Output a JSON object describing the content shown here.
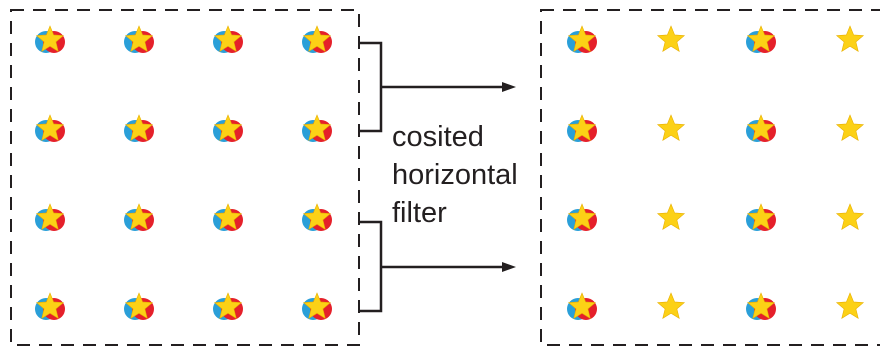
{
  "diagram": {
    "label_lines": [
      "cosited",
      "horizontal",
      "filter"
    ],
    "colors": {
      "border": "#231f20",
      "arrow": "#231f20",
      "star": "#fcd116",
      "star_stroke": "#e8b000",
      "chroma_blue": "#2a9fd8",
      "chroma_red": "#e5202a"
    },
    "input_grid": {
      "rows": 4,
      "cols": 4,
      "samples": [
        [
          "luma+chroma",
          "luma+chroma",
          "luma+chroma",
          "luma+chroma"
        ],
        [
          "luma+chroma",
          "luma+chroma",
          "luma+chroma",
          "luma+chroma"
        ],
        [
          "luma+chroma",
          "luma+chroma",
          "luma+chroma",
          "luma+chroma"
        ],
        [
          "luma+chroma",
          "luma+chroma",
          "luma+chroma",
          "luma+chroma"
        ]
      ]
    },
    "output_grid": {
      "rows": 4,
      "cols": 4,
      "samples": [
        [
          "luma+chroma",
          "luma",
          "luma+chroma",
          "luma"
        ],
        [
          "luma+chroma",
          "luma",
          "luma+chroma",
          "luma"
        ],
        [
          "luma+chroma",
          "luma",
          "luma+chroma",
          "luma"
        ],
        [
          "luma+chroma",
          "luma",
          "luma+chroma",
          "luma"
        ]
      ]
    }
  }
}
